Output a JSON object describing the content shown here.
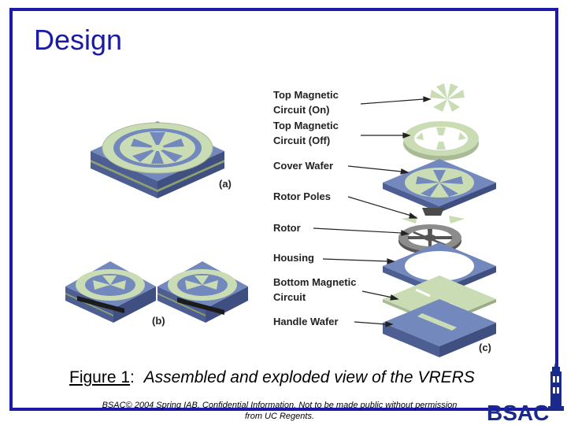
{
  "slide": {
    "title": "Design"
  },
  "figure": {
    "panel_labels": {
      "a": "(a)",
      "b": "(b)",
      "c": "(c)"
    },
    "layers": [
      {
        "line1": "Top Magnetic",
        "line2": "Circuit (On)"
      },
      {
        "line1": "Top Magnetic",
        "line2": "Circuit (Off)"
      },
      {
        "line1": "Cover Wafer",
        "line2": ""
      },
      {
        "line1": "Rotor Poles",
        "line2": ""
      },
      {
        "line1": "Rotor",
        "line2": ""
      },
      {
        "line1": "Housing",
        "line2": ""
      },
      {
        "line1": "Bottom Magnetic",
        "line2": "Circuit"
      },
      {
        "line1": "Handle Wafer",
        "line2": ""
      }
    ]
  },
  "caption": {
    "label": "Figure 1",
    "separator": ":",
    "text": "Assembled and exploded view of the VRERS"
  },
  "footer": {
    "line1": "BSAC© 2004 Spring IAB. Confidential Information. Not to be made public without permission",
    "line2": "from UC Regents."
  },
  "logo": {
    "text": "BSAC"
  },
  "colors": {
    "title": "#1a1aa6",
    "frame": "#1a1aa6",
    "wafer_blue": "#6f84b8",
    "magnetic_green": "#c9dcb4",
    "logo_blue": "#1a2a8c"
  }
}
